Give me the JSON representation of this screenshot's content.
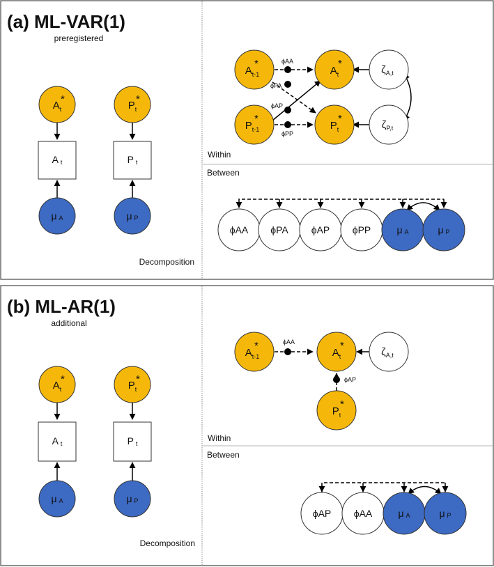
{
  "colors": {
    "observed_latent": "#f5b80a",
    "mean": "#3d6ac2",
    "residual": "#ffffff",
    "text_on_mean": "#111111"
  },
  "panel_a": {
    "title": "(a) ML-VAR(1)",
    "subtitle": "preregistered",
    "decomposition_label": "Decomposition",
    "within_label": "Within",
    "between_label": "Between",
    "decomposition": {
      "latent_a": {
        "base": "A",
        "sup": "*",
        "sub": "t"
      },
      "latent_p": {
        "base": "P",
        "sup": "*",
        "sub": "t"
      },
      "observed_a": {
        "base": "A",
        "sub": "t"
      },
      "observed_p": {
        "base": "P",
        "sub": "t"
      },
      "mean_a": {
        "base": "μ",
        "sub": "A"
      },
      "mean_p": {
        "base": "μ",
        "sub": "P"
      }
    },
    "within": {
      "a_lag": {
        "base": "A",
        "sup": "*",
        "sub": "t-1"
      },
      "p_lag": {
        "base": "P",
        "sup": "*",
        "sub": "t-1"
      },
      "a_now": {
        "base": "A",
        "sup": "*",
        "sub": "t"
      },
      "p_now": {
        "base": "P",
        "sup": "*",
        "sub": "t"
      },
      "zeta_a": {
        "base": "ζ",
        "sub": "A,t"
      },
      "zeta_p": {
        "base": "ζ",
        "sub": "P,t"
      },
      "paths": {
        "phi_aa": "ϕAA",
        "phi_pa": "ϕPA",
        "phi_ap": "ϕAP",
        "phi_pp": "ϕPP"
      }
    },
    "between": {
      "params": [
        "ϕAA",
        "ϕPA",
        "ϕAP",
        "ϕPP"
      ],
      "mean_a": {
        "base": "μ",
        "sub": "A"
      },
      "mean_p": {
        "base": "μ",
        "sub": "P"
      }
    }
  },
  "panel_b": {
    "title": "(b) ML-AR(1)",
    "subtitle": "additional",
    "decomposition_label": "Decomposition",
    "within_label": "Within",
    "between_label": "Between",
    "decomposition": {
      "latent_a": {
        "base": "A",
        "sup": "*",
        "sub": "t"
      },
      "latent_p": {
        "base": "P",
        "sup": "*",
        "sub": "t"
      },
      "observed_a": {
        "base": "A",
        "sub": "t"
      },
      "observed_p": {
        "base": "P",
        "sub": "t"
      },
      "mean_a": {
        "base": "μ",
        "sub": "A"
      },
      "mean_p": {
        "base": "μ",
        "sub": "P"
      }
    },
    "within": {
      "a_lag": {
        "base": "A",
        "sup": "*",
        "sub": "t-1"
      },
      "a_now": {
        "base": "A",
        "sup": "*",
        "sub": "t"
      },
      "p_now": {
        "base": "P",
        "sup": "*",
        "sub": "t"
      },
      "zeta_a": {
        "base": "ζ",
        "sub": "A,t"
      },
      "paths": {
        "phi_aa": "ϕAA",
        "phi_ap": "ϕAP"
      }
    },
    "between": {
      "params": [
        "ϕAP",
        "ϕAA"
      ],
      "mean_a": {
        "base": "μ",
        "sub": "A"
      },
      "mean_p": {
        "base": "μ",
        "sub": "P"
      }
    }
  }
}
